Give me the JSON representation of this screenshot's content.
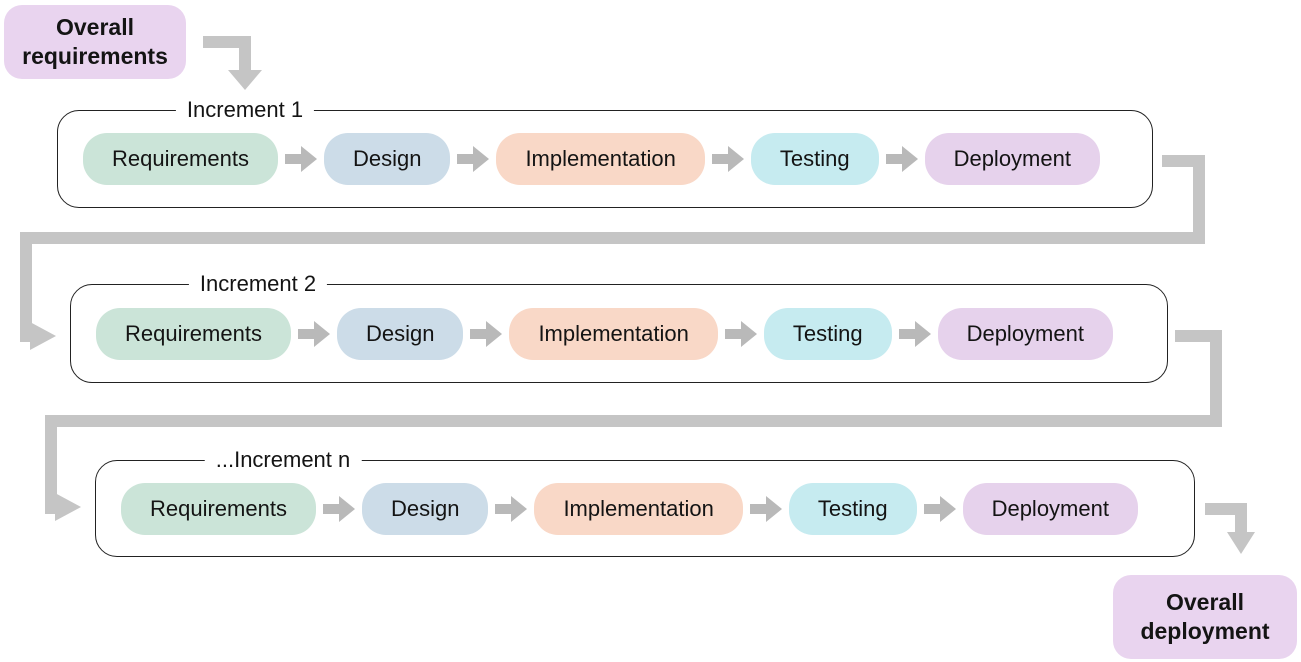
{
  "diagram": {
    "overall_requirements_label": "Overall requirements",
    "overall_deployment_label": "Overall deployment",
    "increments": [
      {
        "label": "Increment 1",
        "stages": [
          "Requirements",
          "Design",
          "Implementation",
          "Testing",
          "Deployment"
        ]
      },
      {
        "label": "Increment 2",
        "stages": [
          "Requirements",
          "Design",
          "Implementation",
          "Testing",
          "Deployment"
        ]
      },
      {
        "label": "...Increment n",
        "stages": [
          "Requirements",
          "Design",
          "Implementation",
          "Testing",
          "Deployment"
        ]
      }
    ],
    "stage_palette": [
      {
        "name": "requirements",
        "color": "#cbe4d8"
      },
      {
        "name": "design",
        "color": "#ccdce8"
      },
      {
        "name": "implementation",
        "color": "#f9d8c7"
      },
      {
        "name": "testing",
        "color": "#c6ebf0"
      },
      {
        "name": "deployment",
        "color": "#e6d2ec"
      }
    ],
    "colors": {
      "terminal_fill": "#e9d4ef",
      "connector": "#c5c5c5",
      "stage_arrow": "#b9b9b9",
      "box_border": "#222222",
      "text": "#141414"
    }
  }
}
